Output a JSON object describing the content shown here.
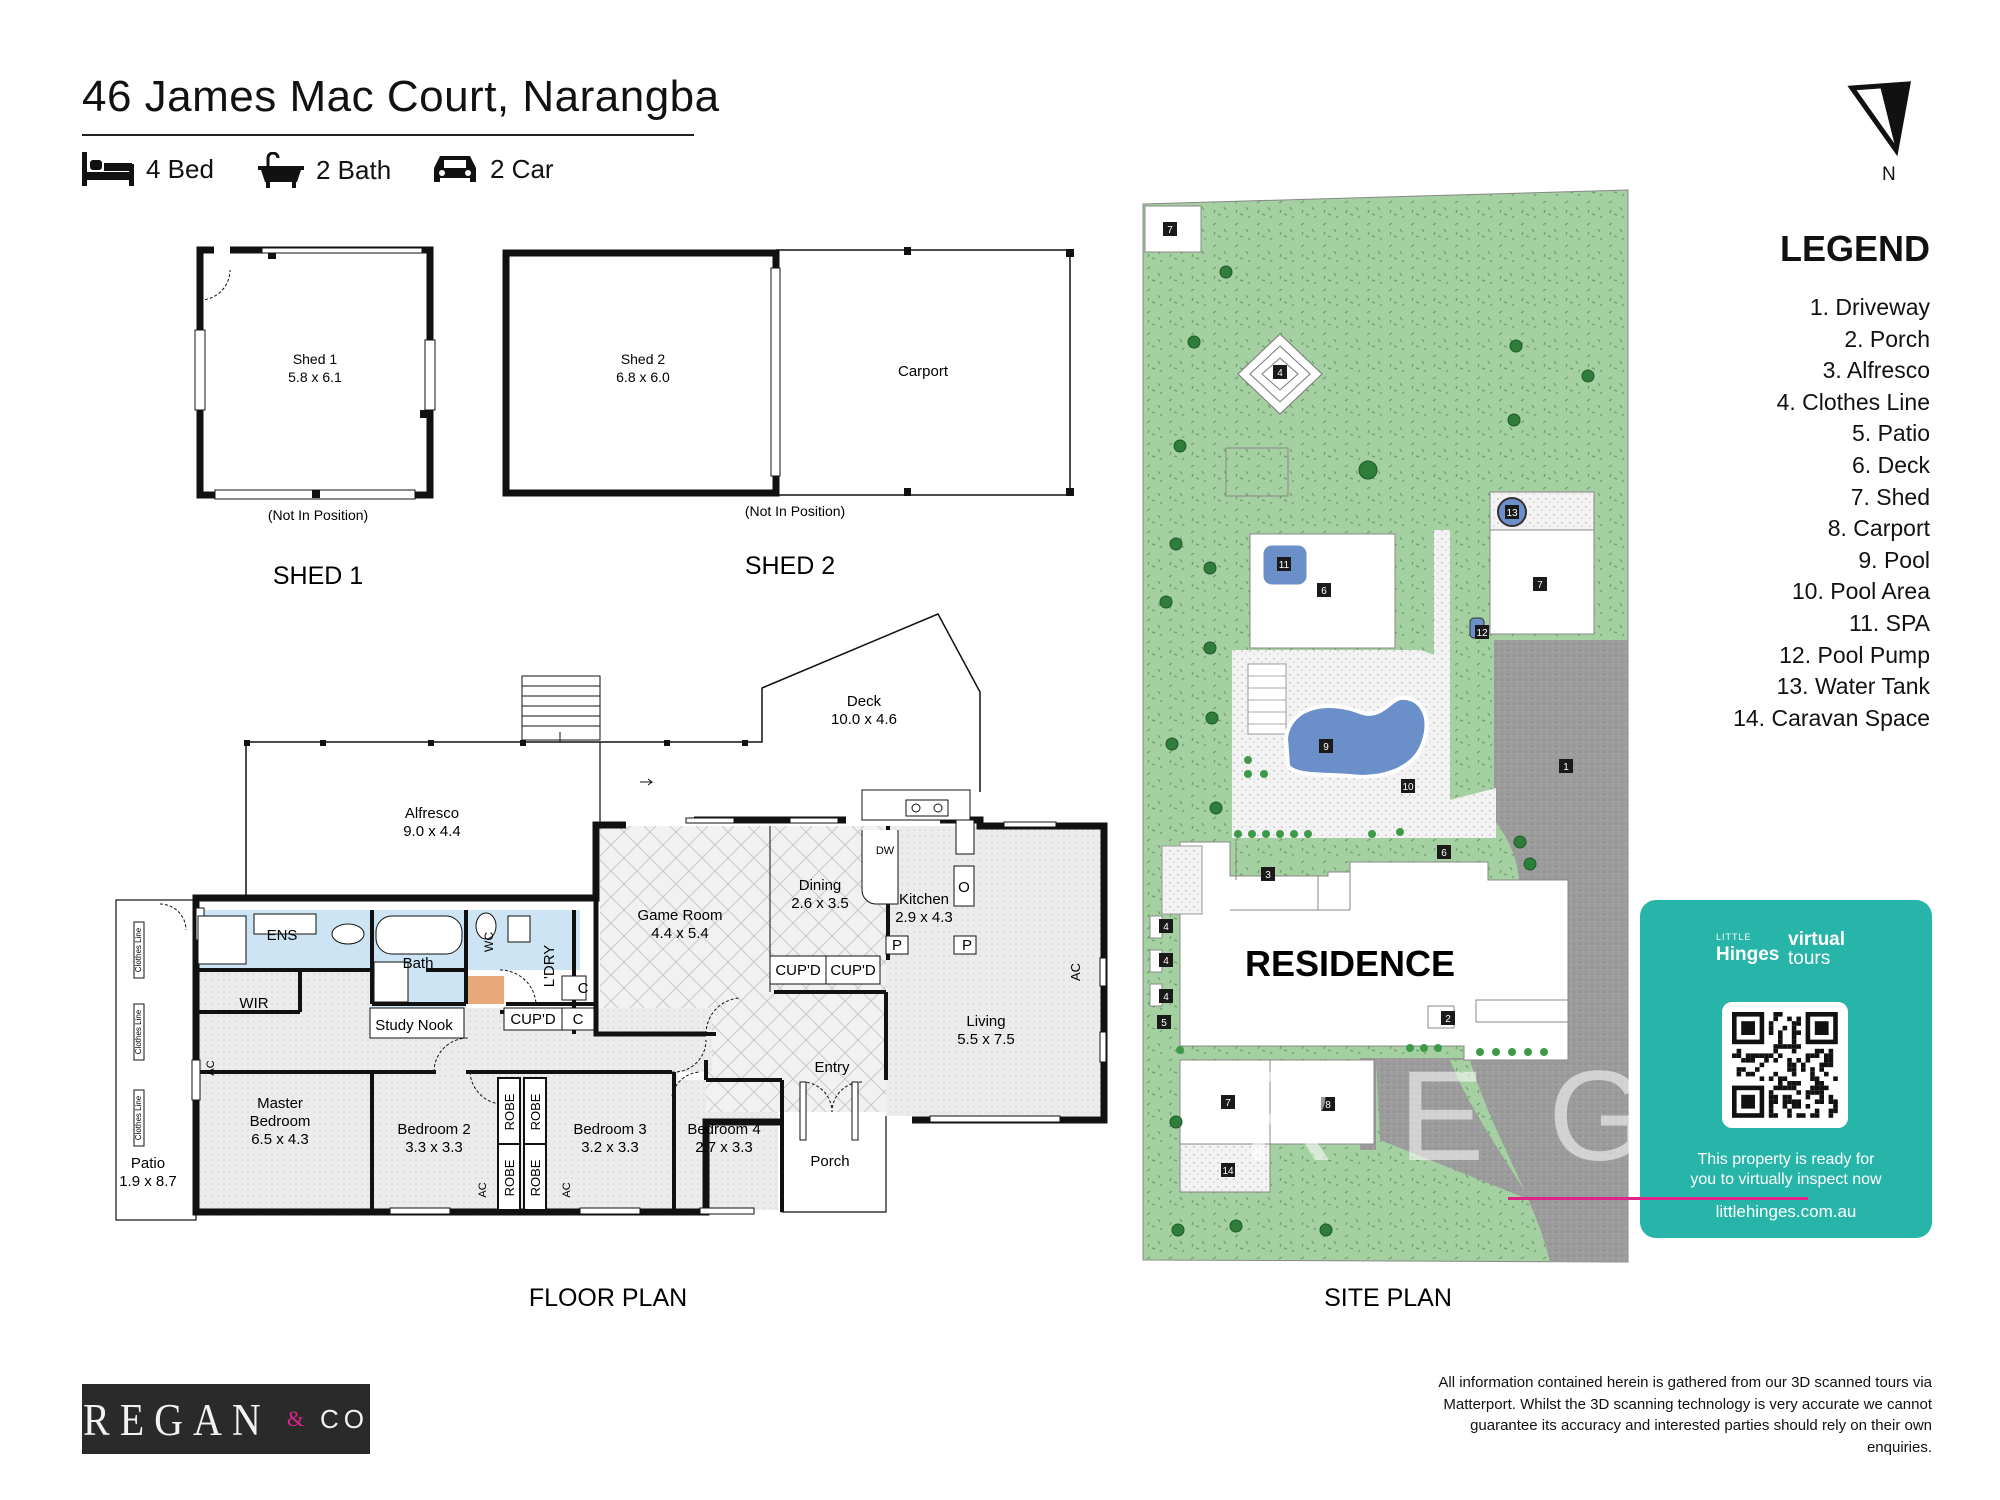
{
  "header": {
    "address": "46 James Mac Court, Narangba",
    "beds": "4 Bed",
    "baths": "2 Bath",
    "cars": "2 Car"
  },
  "sheds": {
    "shed1_label": "Shed 1",
    "shed1_size": "5.8 x 6.1",
    "shed1_note": "(Not In Position)",
    "shed1_caption": "SHED 1",
    "shed2_label": "Shed 2",
    "shed2_size": "6.8 x 6.0",
    "carport_label": "Carport",
    "shed2_note": "(Not In Position)",
    "shed2_caption": "SHED 2"
  },
  "floor_plan": {
    "caption": "FLOOR PLAN",
    "deck": "Deck",
    "deck_size": "10.0 x 4.6",
    "alfresco": "Alfresco",
    "alfresco_size": "9.0 x 4.4",
    "game_room": "Game Room",
    "game_room_size": "4.4 x 5.4",
    "dining": "Dining",
    "dining_size": "2.6 x 3.5",
    "kitchen": "Kitchen",
    "kitchen_size": "2.9 x 4.3",
    "dw": "DW",
    "ens": "ENS",
    "bath": "Bath",
    "wc": "WC",
    "ldry": "L'DRY",
    "wir": "WIR",
    "study_nook": "Study Nook",
    "cupd": "CUP'D",
    "c": "C",
    "p": "P",
    "o": "O",
    "living": "Living",
    "living_size": "5.5 x 7.5",
    "entry": "Entry",
    "porch": "Porch",
    "master": "Master",
    "master2": "Bedroom",
    "master_size": "6.5 x 4.3",
    "bed2": "Bedroom 2",
    "bed2_size": "3.3 x 3.3",
    "bed3": "Bedroom 3",
    "bed3_size": "3.2 x 3.3",
    "bed4": "Bedroom 4",
    "bed4_size": "2.7 x 3.3",
    "robe": "ROBE",
    "ac": "AC",
    "patio": "Patio",
    "patio_size": "1.9 x 8.7",
    "clothes_line": "Clothes Line"
  },
  "site_plan": {
    "caption": "SITE PLAN",
    "residence": "RESIDENCE",
    "markers": [
      "1",
      "2",
      "3",
      "4",
      "5",
      "6",
      "7",
      "8",
      "9",
      "10",
      "11",
      "12",
      "13",
      "14"
    ]
  },
  "legend": {
    "title": "LEGEND",
    "items": [
      "1. Driveway",
      "2. Porch",
      "3. Alfresco",
      "4. Clothes Line",
      "5. Patio",
      "6. Deck",
      "7. Shed",
      "8. Carport",
      "9. Pool",
      "10. Pool Area",
      "11. SPA",
      "12. Pool Pump",
      "13. Water Tank",
      "14. Caravan Space"
    ]
  },
  "north": "N",
  "watermark": "REGAN",
  "virtual_tour": {
    "little": "LITTLE",
    "hinges": "Hinges",
    "virtual": "virtual",
    "tours": "tours",
    "tagline1": "This property is ready for",
    "tagline2": "you to virtually inspect now",
    "url": "littlehinges.com.au"
  },
  "brand": {
    "name": "REGAN",
    "amp": "&",
    "co": "CO"
  },
  "disclaimer": "All information contained herein is gathered from our 3D scanned tours via Matterport. Whilst the 3D scanning technology is very accurate we cannot guarantee its accuracy and interested parties should rely on their own enquiries.",
  "colors": {
    "grass": "#9ccc9c",
    "pool": "#6b8fc9",
    "driveway": "#9a9a9a",
    "accent": "#e0238a",
    "tour_card": "#26b5a8",
    "wet_area": "#cce4f3"
  }
}
